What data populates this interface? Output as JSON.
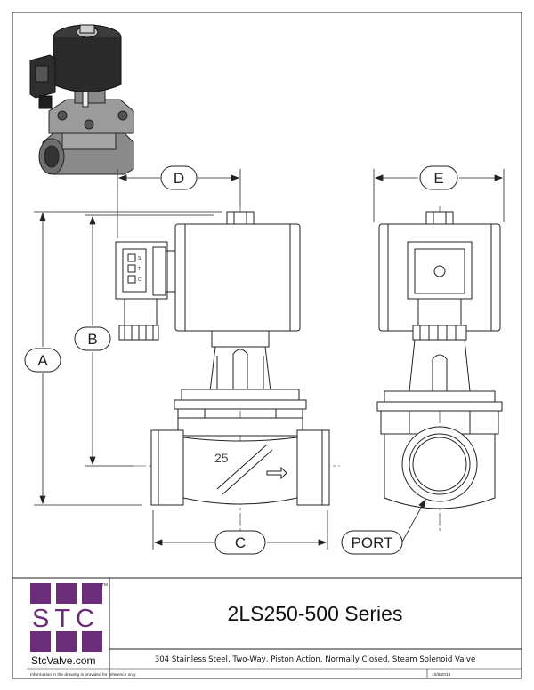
{
  "dimensions": {
    "a": "A",
    "b": "B",
    "c": "C",
    "d": "D",
    "e": "E",
    "port": "PORT"
  },
  "body_mark": "25",
  "coil_connector_letters": [
    "S",
    "T",
    "C"
  ],
  "title_block": {
    "series_title": "2LS250-500 Series",
    "description": "304 Stainless Steel, Two-Way, Piston Action, Normally Closed, Steam Solenoid Valve",
    "logo_letters": "STC",
    "trademark": "TM",
    "website": "StcValve.com",
    "disclaimer": "Information in the drawing is provided for reference only.",
    "date": "10/8/2018"
  },
  "colors": {
    "logo_purple": "#6a2d7a",
    "line": "#222222"
  }
}
